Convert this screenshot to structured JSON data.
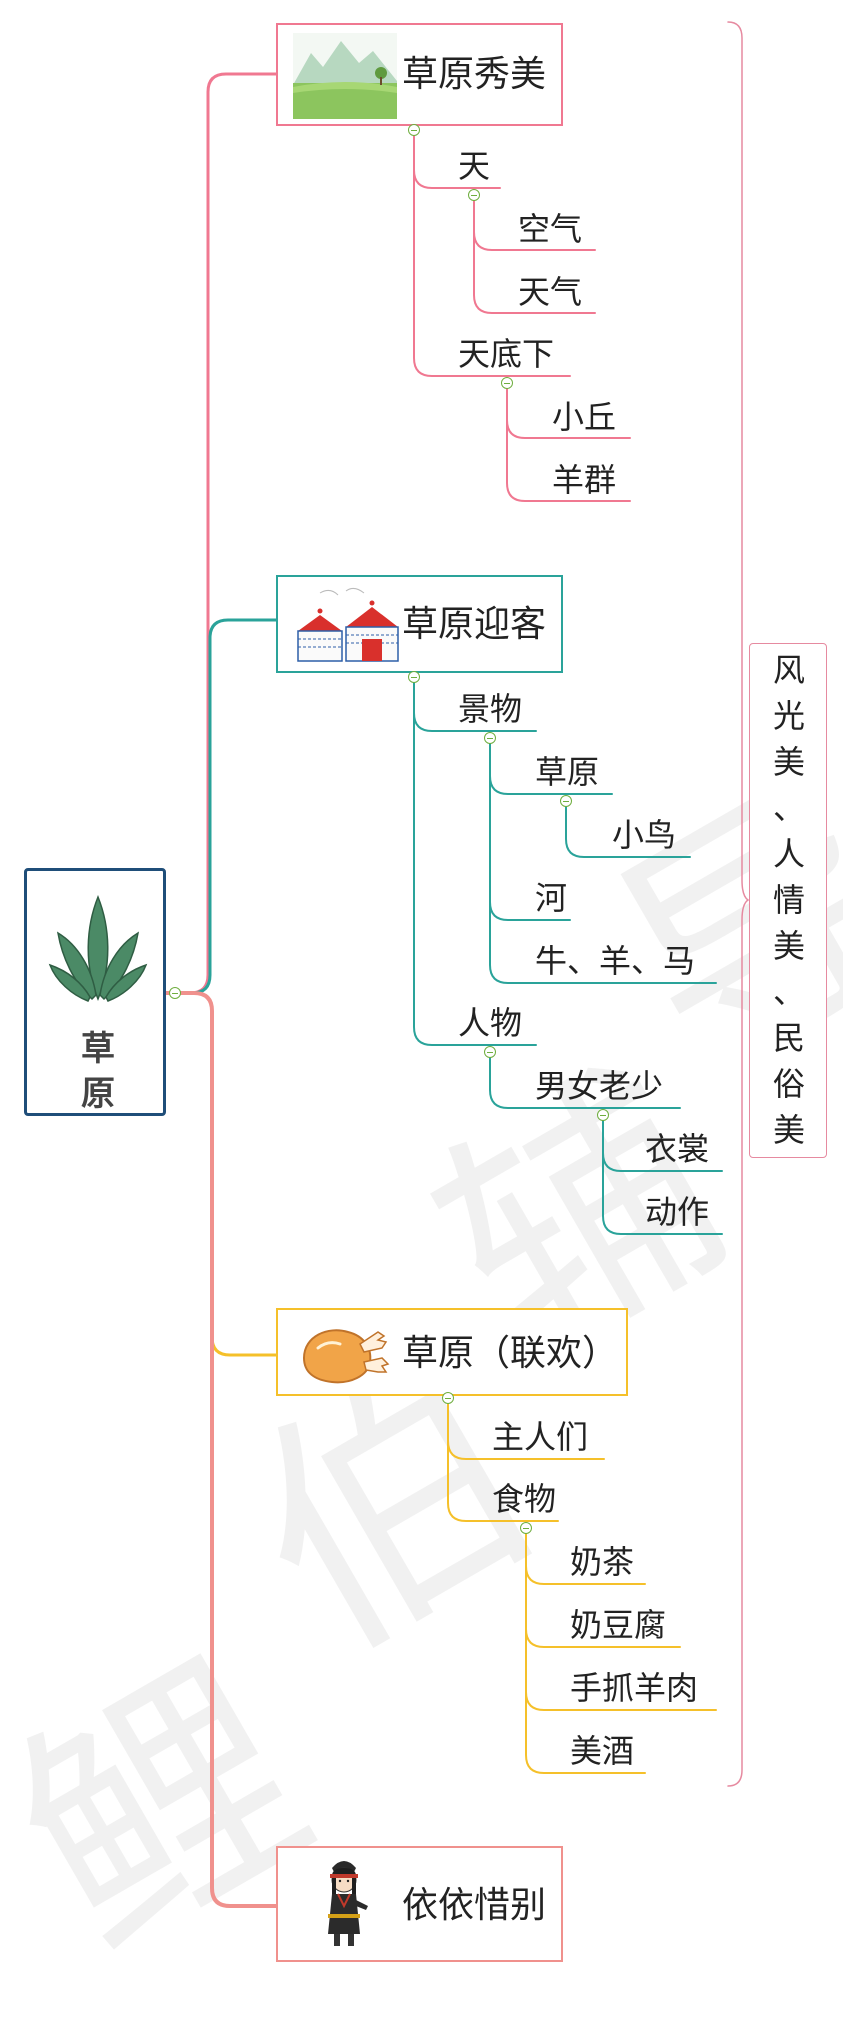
{
  "root": {
    "title_chars": [
      "草",
      "原"
    ]
  },
  "summary": {
    "chars": [
      "风",
      "光",
      "美",
      "、",
      "人",
      "情",
      "美",
      "、",
      "民",
      "俗",
      "美"
    ]
  },
  "watermark": {
    "chars": [
      "鲤",
      "伯",
      "辅",
      "导"
    ]
  },
  "branches": [
    {
      "title": "草原秀美",
      "children": [
        {
          "label": "天",
          "children": [
            {
              "label": "空气"
            },
            {
              "label": "天气"
            }
          ]
        },
        {
          "label": "天底下",
          "children": [
            {
              "label": "小丘"
            },
            {
              "label": "羊群"
            }
          ]
        }
      ]
    },
    {
      "title": "草原迎客",
      "children": [
        {
          "label": "景物",
          "children": [
            {
              "label": "草原",
              "children": [
                {
                  "label": "小鸟"
                }
              ]
            },
            {
              "label": "河"
            },
            {
              "label": "牛、羊、马"
            }
          ]
        },
        {
          "label": "人物",
          "children": [
            {
              "label": "男女老少",
              "children": [
                {
                  "label": "衣裳"
                },
                {
                  "label": "动作"
                }
              ]
            }
          ]
        }
      ]
    },
    {
      "title": "草原（联欢）",
      "children": [
        {
          "label": "主人们"
        },
        {
          "label": "食物",
          "children": [
            {
              "label": "奶茶"
            },
            {
              "label": "奶豆腐"
            },
            {
              "label": "手抓羊肉"
            },
            {
              "label": "美酒"
            }
          ]
        }
      ]
    },
    {
      "title": "依依惜别",
      "children": []
    }
  ],
  "colors": {
    "branch1": "#f07891",
    "branch2": "#2aa39a",
    "branch3": "#f5c02a",
    "branch4": "#f0918d",
    "root_border": "#1f4e79",
    "summary_border": "#e68aa0",
    "collapse": "#6fae3f"
  },
  "icons": [
    "agave-plant-icon",
    "grassland-landscape-icon",
    "yurt-tents-icon",
    "roast-chicken-icon",
    "mongolian-girl-icon"
  ]
}
